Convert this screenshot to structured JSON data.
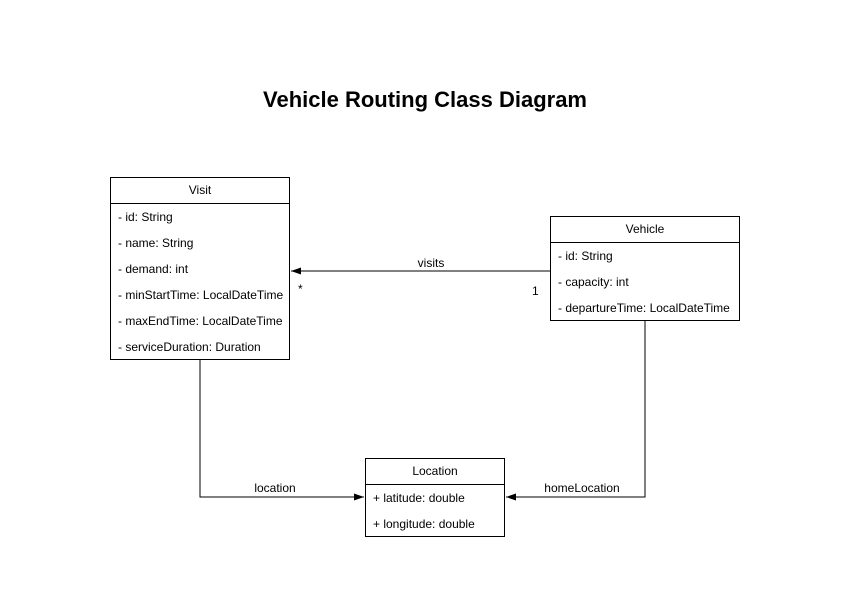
{
  "title": "Vehicle Routing Class Diagram",
  "colors": {
    "stroke": "#000000",
    "text": "#000000",
    "background": "#ffffff"
  },
  "classes": {
    "visit": {
      "name": "Visit",
      "attributes": [
        "- id: String",
        "- name: String",
        "- demand: int",
        "- minStartTime: LocalDateTime",
        "- maxEndTime: LocalDateTime",
        "- serviceDuration: Duration"
      ]
    },
    "vehicle": {
      "name": "Vehicle",
      "attributes": [
        "- id: String",
        "- capacity: int",
        "- departureTime: LocalDateTime"
      ]
    },
    "location": {
      "name": "Location",
      "attributes": [
        "+ latitude: double",
        "+ longitude: double"
      ]
    }
  },
  "edges": {
    "visits": {
      "label": "visits",
      "from": "Vehicle",
      "to": "Visit",
      "source_multiplicity": "1",
      "target_multiplicity": "*"
    },
    "location": {
      "label": "location",
      "from": "Visit",
      "to": "Location"
    },
    "homeLocation": {
      "label": "homeLocation",
      "from": "Vehicle",
      "to": "Location"
    }
  }
}
